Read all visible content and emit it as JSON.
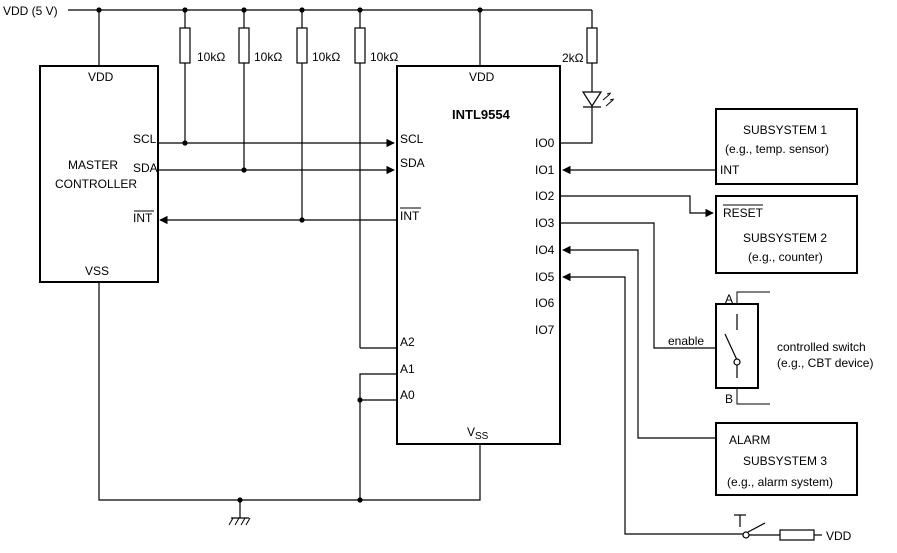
{
  "supply": {
    "label": "VDD (5 V)"
  },
  "pullups": [
    {
      "value": "10kΩ"
    },
    {
      "value": "10kΩ"
    },
    {
      "value": "10kΩ"
    },
    {
      "value": "10kΩ"
    }
  ],
  "led_resistor": {
    "value": "2kΩ"
  },
  "master": {
    "line1": "MASTER",
    "line2": "CONTROLLER",
    "vdd": "VDD",
    "vss": "VSS",
    "pins": {
      "scl": "SCL",
      "sda": "SDA",
      "int": "INT"
    }
  },
  "chip": {
    "name": "INTL9554",
    "vdd": "VDD",
    "vss": "V",
    "vss_sub": "SS",
    "left_pins": {
      "scl": "SCL",
      "sda": "SDA",
      "int": "INT",
      "a2": "A2",
      "a1": "A1",
      "a0": "A0"
    },
    "io": [
      "IO0",
      "IO1",
      "IO2",
      "IO3",
      "IO4",
      "IO5",
      "IO6",
      "IO7"
    ]
  },
  "subsystem1": {
    "title": "SUBSYSTEM 1",
    "desc": "(e.g., temp. sensor)",
    "pin": "INT"
  },
  "subsystem2": {
    "pin": "RESET",
    "title": "SUBSYSTEM 2",
    "desc": "(e.g., counter)"
  },
  "switch": {
    "enable": "enable",
    "a": "A",
    "b": "B",
    "line1": "controlled switch",
    "line2": "(e.g., CBT device)"
  },
  "subsystem3": {
    "pin": "ALARM",
    "title": "SUBSYSTEM 3",
    "desc": "(e.g., alarm system)"
  },
  "button_vdd": {
    "label": "VDD"
  }
}
